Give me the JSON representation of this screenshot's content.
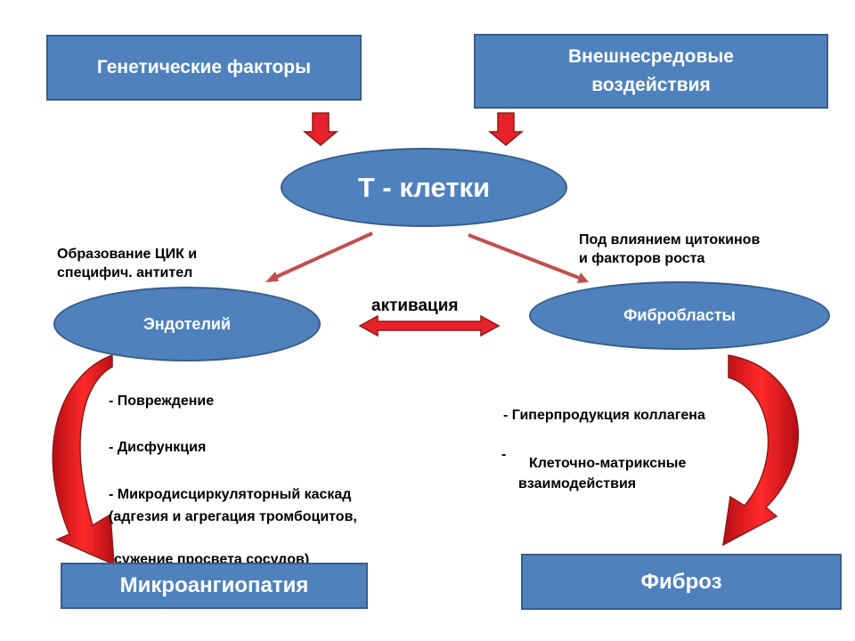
{
  "nodes": {
    "genetic": "Генетические факторы",
    "environment_line1": "Внешнесредовые",
    "environment_line2": "воздействия",
    "tcells": "Т - клетки",
    "endothelium": "Эндотелий",
    "fibroblasts": "Фибробласты",
    "microangiopathy": "Микроангиопатия",
    "fibrosis": "Фиброз"
  },
  "labels": {
    "cic_line1": "Образование ЦИК и",
    "cic_line2": "специфич. антител",
    "cytokines_line1": "Под влиянием цитокинов",
    "cytokines_line2": "и факторов роста",
    "activation": "активация"
  },
  "endothelium_effects": {
    "item1": "- Повреждение",
    "item2": "- Дисфункция",
    "item3_line1": "- Микродисциркуляторный каскад",
    "item3_line2": "(адгезия и агрегация тромбоцитов,",
    "item3_line3": " сужение просвета сосудов)"
  },
  "fibroblast_effects": {
    "item1": "- Гиперпродукция коллагена",
    "item2_dash": "-",
    "item2_line1": "Клеточно-матриксные",
    "item2_line2": "взаимодействия"
  },
  "colors": {
    "node_fill": "#4f81bd",
    "node_border": "#385d8a",
    "arrow_red": "#e8222a",
    "arrow_thin": "#c0504d"
  }
}
